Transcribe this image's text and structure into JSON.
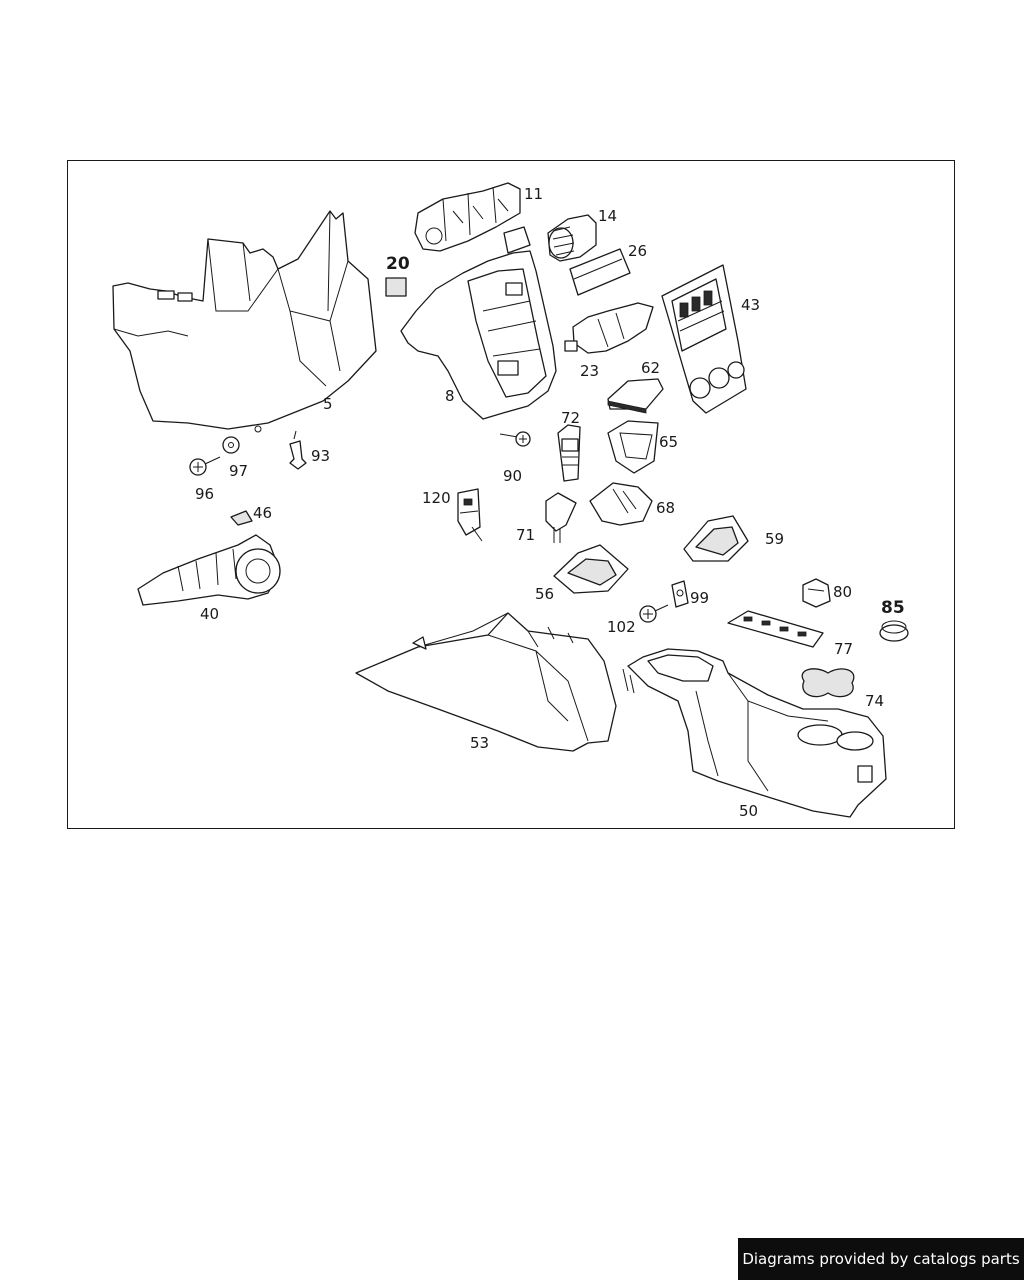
{
  "diagram": {
    "callouts": {
      "c5": "5",
      "c8": "8",
      "c11": "11",
      "c14": "14",
      "c20": "20",
      "c23": "23",
      "c26": "26",
      "c40": "40",
      "c43": "43",
      "c46": "46",
      "c50": "50",
      "c53": "53",
      "c56": "56",
      "c59": "59",
      "c62": "62",
      "c65": "65",
      "c68": "68",
      "c71": "71",
      "c72": "72",
      "c74": "74",
      "c77": "77",
      "c80": "80",
      "c85": "85",
      "c90": "90",
      "c93": "93",
      "c96": "96",
      "c97": "97",
      "c99": "99",
      "c102": "102",
      "c120": "120"
    }
  },
  "footer": {
    "credit": "Diagrams provided by catalogs parts"
  }
}
